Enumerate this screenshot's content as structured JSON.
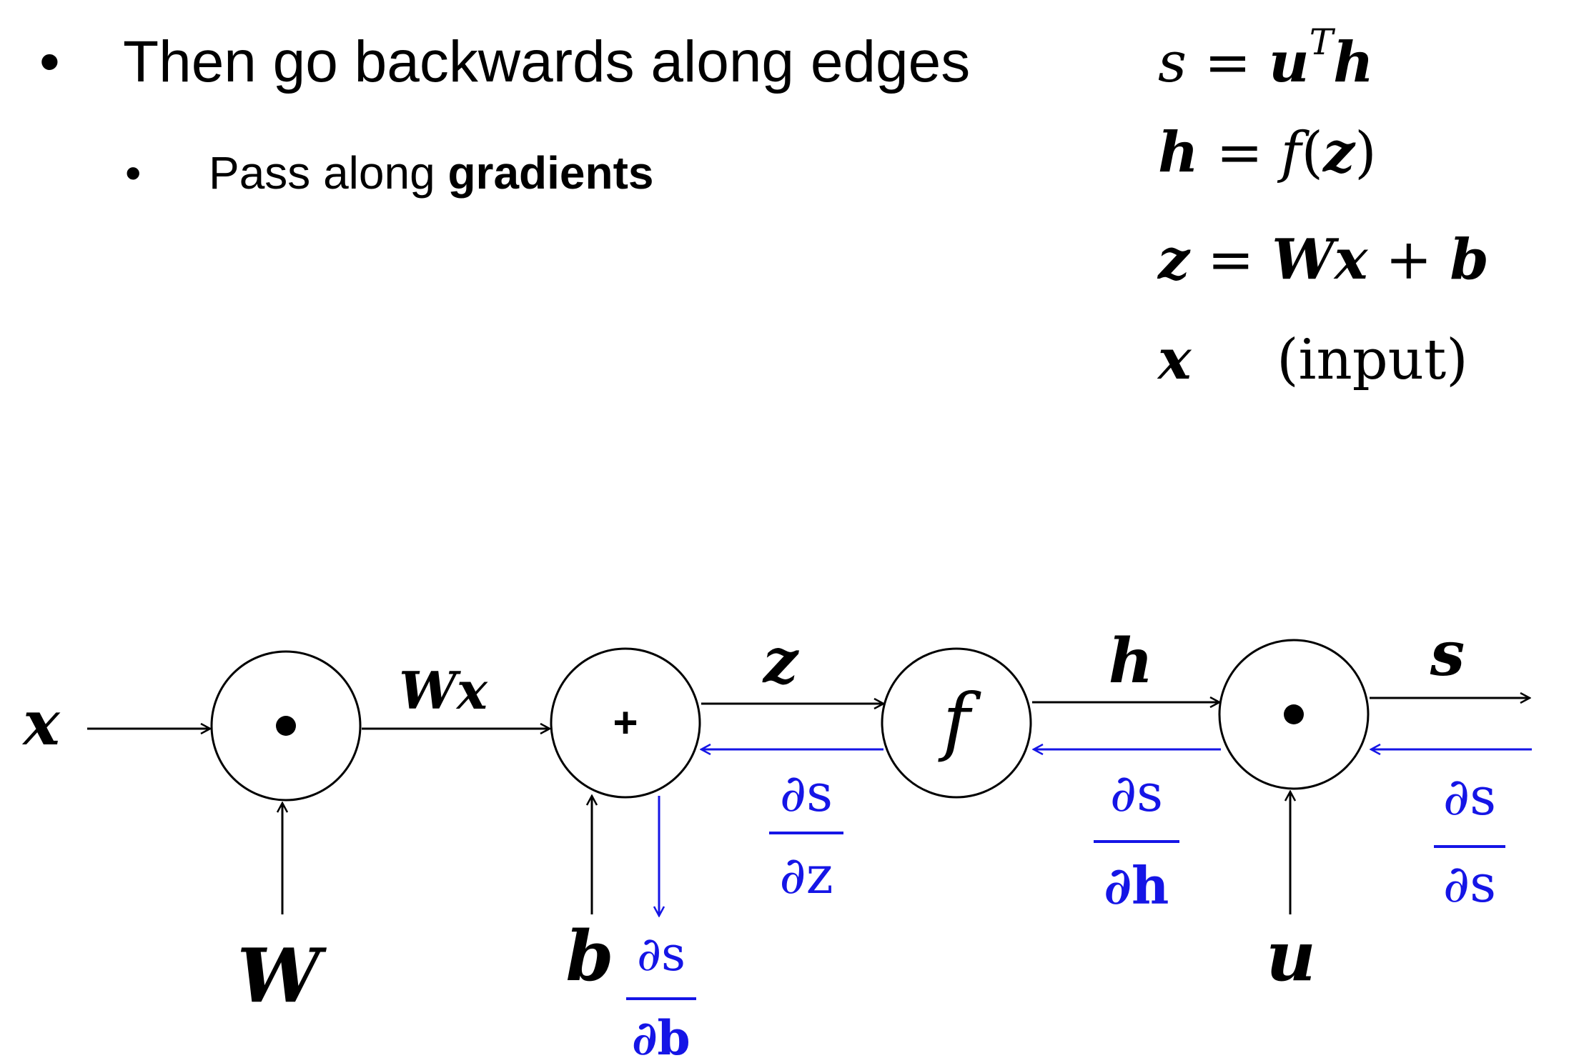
{
  "bullets": {
    "main": {
      "marker": "•",
      "text": "Then go backwards along edges"
    },
    "sub": {
      "marker": "•",
      "prefix": "Pass along ",
      "bold": "gradients"
    }
  },
  "equations": {
    "eq1": {
      "lhs": "s",
      "eq": "=",
      "a": "u",
      "sup": "T",
      "b": "h"
    },
    "eq2": {
      "lhs": "h",
      "eq": "=",
      "f": "f",
      "open": "(",
      "arg": "z",
      "close": ")"
    },
    "eq3": {
      "lhs": "z",
      "eq": "=",
      "W": "W",
      "x": "x",
      "plus": "+",
      "b": "b"
    },
    "eq4": {
      "lhs": "x",
      "note": "(input)"
    }
  },
  "graph": {
    "colors": {
      "forward": "#000000",
      "backward": "#1515e6"
    },
    "nodes": {
      "mult1": {
        "symbol": "•"
      },
      "add": {
        "symbol": "+"
      },
      "f": {
        "symbol": "f"
      },
      "mult2": {
        "symbol": "•"
      }
    },
    "labels": {
      "x": "x",
      "W_bottom": "W",
      "Wx": "Wx",
      "z": "z",
      "h": "h",
      "s": "s",
      "b": "b",
      "u": "u"
    },
    "gradients": {
      "ds_dz": {
        "num": "∂s",
        "den": "∂z"
      },
      "ds_dh": {
        "num": "∂s",
        "den": "∂h"
      },
      "ds_ds": {
        "num": "∂s",
        "den": "∂s"
      },
      "ds_db": {
        "num": "∂s",
        "den": "∂b"
      }
    }
  }
}
